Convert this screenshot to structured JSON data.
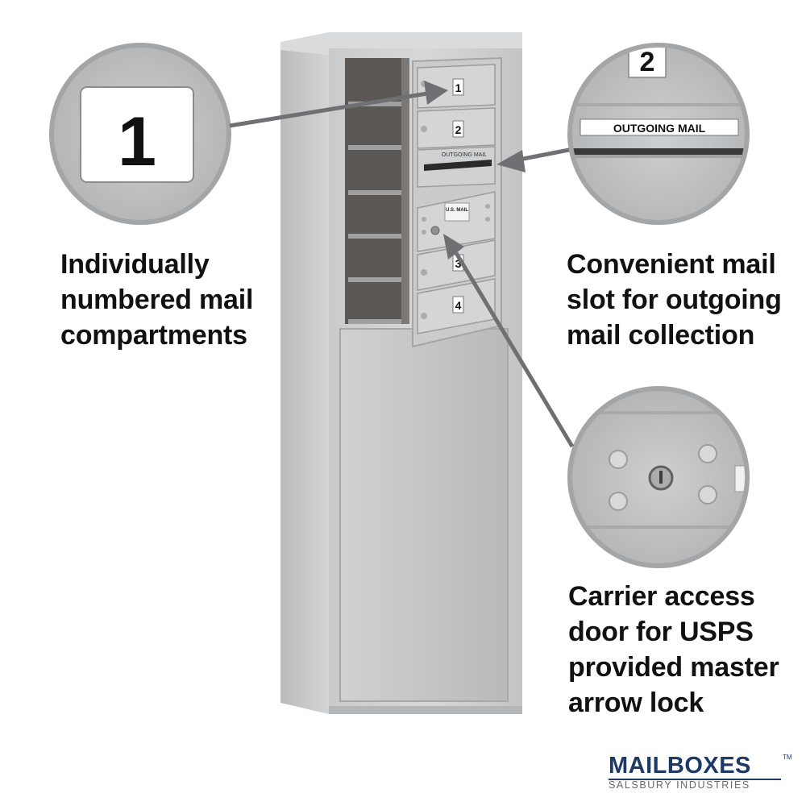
{
  "captions": {
    "compartments": [
      "Individually",
      "numbered mail",
      "compartments"
    ],
    "mail_slot": [
      "Convenient mail",
      "slot for outgoing",
      "mail collection"
    ],
    "carrier_door": [
      "Carrier access",
      "door for USPS",
      "provided master",
      "arrow lock"
    ]
  },
  "zoom_callouts": {
    "number_label": "1",
    "number_label_2": "2",
    "outgoing_mail_label": "OUTGOING MAIL"
  },
  "cabinet": {
    "compartment_numbers": [
      "1",
      "2",
      "3",
      "4"
    ],
    "slot_label": "OUTGOING MAIL",
    "us_mail_label": "U.S. MAIL"
  },
  "brand": {
    "name": "MAILBOXES",
    "trademark": "TM",
    "tagline": "SALSBURY INDUSTRIES"
  },
  "colors": {
    "metal": "#c4c6c8",
    "metal_dark": "#9c9fa2",
    "arrow": "#6e7073",
    "text": "#111111",
    "brand_navy": "#1d3a66"
  }
}
